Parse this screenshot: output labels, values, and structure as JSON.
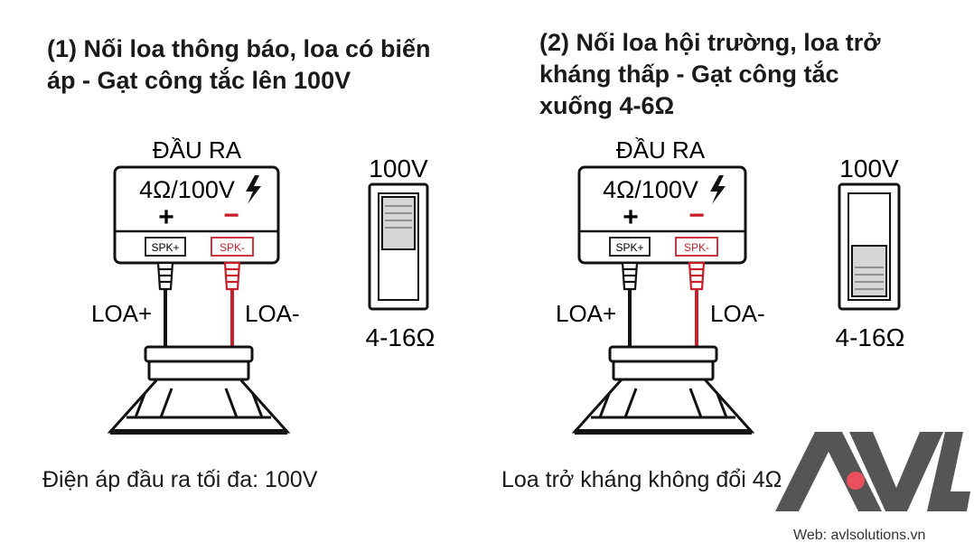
{
  "panels": [
    {
      "heading": "(1) Nối loa thông báo, loa có biến áp - Gạt công tắc lên 100V",
      "output_title": "ĐẦU RA",
      "output_rating": "4Ω/100V",
      "plus": "+",
      "minus": "−",
      "spk_pos": "SPK+",
      "spk_neg": "SPK-",
      "wire_pos": "LOA+",
      "wire_neg": "LOA-",
      "switch_top": "100V",
      "switch_bottom": "4-16Ω",
      "switch_position": "up",
      "footer": "Điện áp đầu ra tối đa: 100V"
    },
    {
      "heading": "(2) Nối loa hội trường, loa trở kháng thấp - Gạt công tắc xuống 4-6Ω",
      "output_title": "ĐẦU RA",
      "output_rating": "4Ω/100V",
      "plus": "+",
      "minus": "−",
      "spk_pos": "SPK+",
      "spk_neg": "SPK-",
      "wire_pos": "LOA+",
      "wire_neg": "LOA-",
      "switch_top": "100V",
      "switch_bottom": "4-16Ω",
      "switch_position": "down",
      "footer": "Loa trở kháng không đổi 4Ω"
    }
  ],
  "logo": {
    "text": "AVL",
    "web": "Web: avlsolutions.vn"
  },
  "colors": {
    "red": "#c8202a",
    "black": "#111111",
    "logo_gray": "#555555"
  },
  "icons": {
    "lightning": "lightning-bolt-icon"
  }
}
